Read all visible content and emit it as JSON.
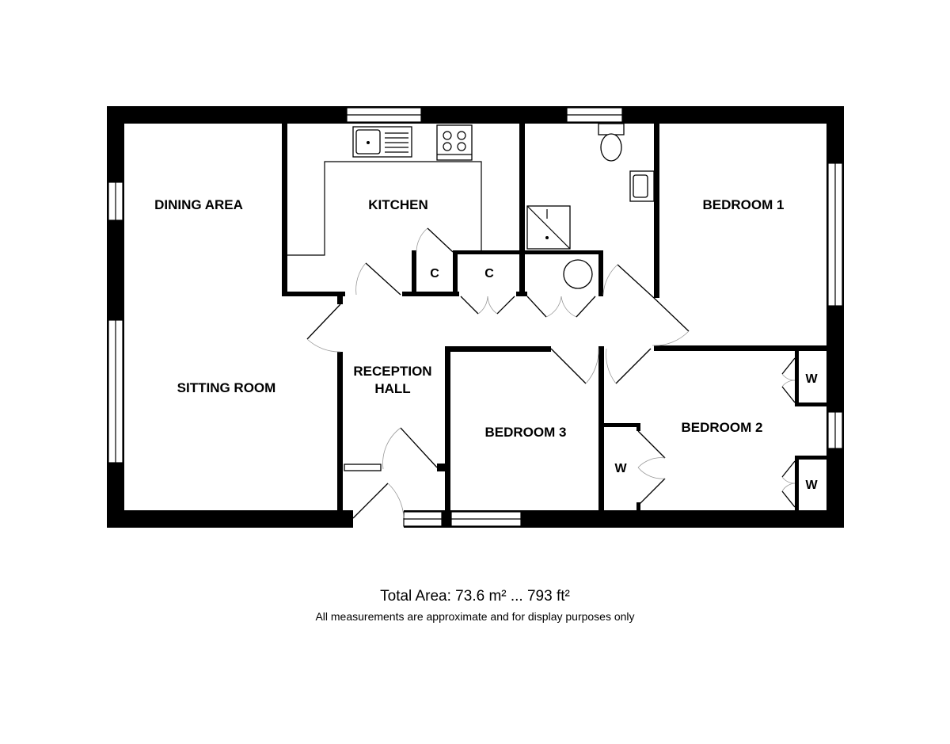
{
  "rooms": {
    "dining_area": "DINING AREA",
    "kitchen": "KITCHEN",
    "bedroom_1": "BEDROOM 1",
    "sitting_room": "SITTING ROOM",
    "reception_hall_line1": "RECEPTION",
    "reception_hall_line2": "HALL",
    "bedroom_3": "BEDROOM 3",
    "bedroom_2": "BEDROOM 2",
    "cupboard_1": "C",
    "cupboard_2": "C",
    "wardrobe_1": "W",
    "wardrobe_2": "W",
    "wardrobe_3": "W"
  },
  "footer": {
    "total_area": "Total Area: 73.6 m² ... 793 ft²",
    "disclaimer": "All measurements are approximate and for display purposes only"
  },
  "colors": {
    "wall": "#000000",
    "background": "#ffffff"
  }
}
